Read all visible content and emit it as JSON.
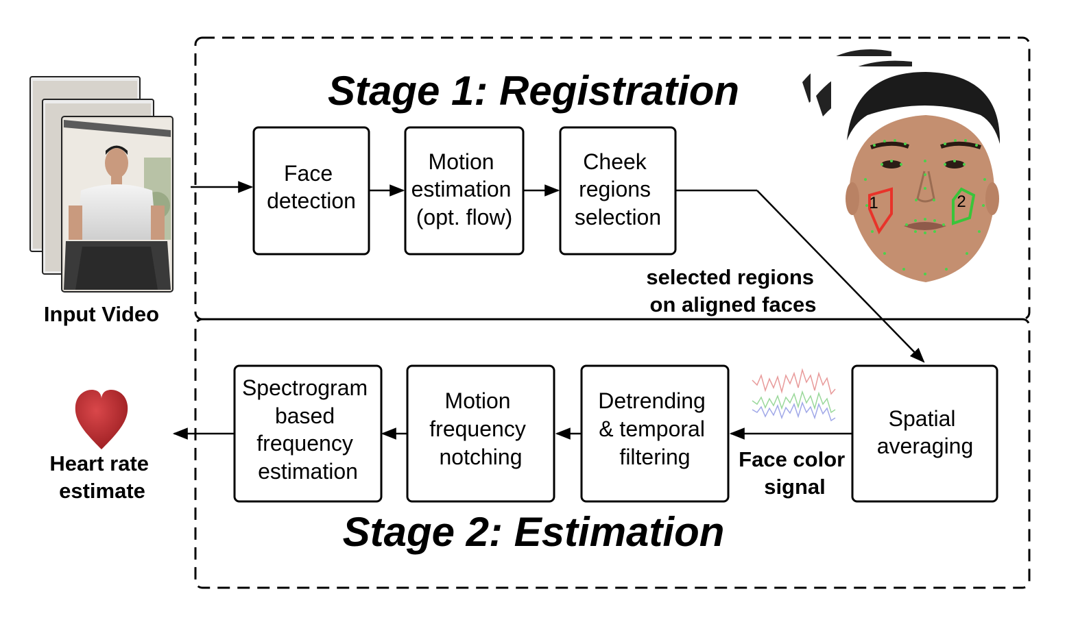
{
  "stages": {
    "stage1_title": "Stage 1: Registration",
    "stage2_title": "Stage 2: Estimation"
  },
  "input": {
    "label": "Input Video"
  },
  "stage1_steps": [
    {
      "lines": [
        "Face",
        "detection"
      ]
    },
    {
      "lines": [
        "Motion",
        "estimation",
        "(opt. flow)"
      ]
    },
    {
      "lines": [
        "Cheek",
        "regions",
        "selection"
      ]
    }
  ],
  "selected_regions_label": [
    "selected regions",
    "on aligned faces"
  ],
  "roi_labels": [
    "1",
    "2"
  ],
  "stage2_steps": [
    {
      "lines": [
        "Spatial",
        "averaging"
      ]
    },
    {
      "lines": [
        "Detrending",
        "& temporal",
        "filtering"
      ]
    },
    {
      "lines": [
        "Motion",
        "frequency",
        "notching"
      ]
    },
    {
      "lines": [
        "Spectrogram",
        "based",
        "frequency",
        "estimation"
      ]
    }
  ],
  "face_color_label": [
    "Face color",
    "signal"
  ],
  "output": {
    "label": [
      "Heart rate",
      "estimate"
    ]
  },
  "colors": {
    "heart": "#b5282b",
    "roi_1": "#e8332a",
    "roi_2": "#3ac43a",
    "landmark": "#4bd14b",
    "signal_red": "#e89a9a",
    "signal_green": "#9ad89a",
    "signal_blue": "#a0a8e8"
  }
}
